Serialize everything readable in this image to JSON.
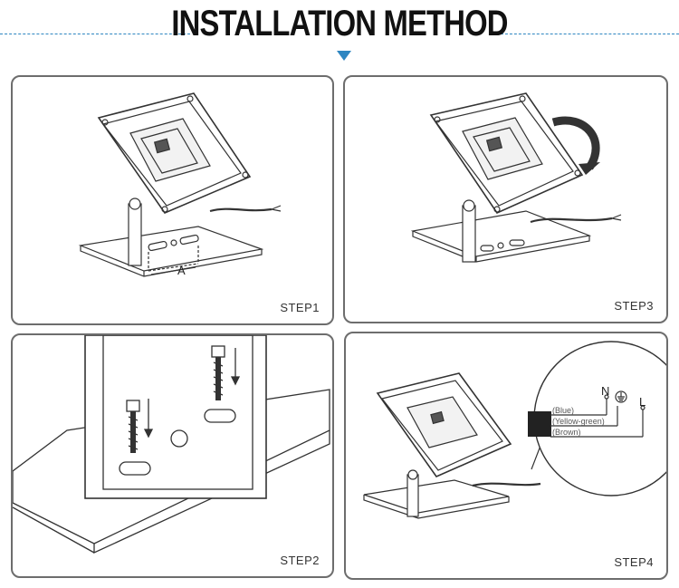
{
  "header": {
    "title": "INSTALLATION METHOD"
  },
  "panels": {
    "step1": {
      "label": "STEP1",
      "dimension_label": "A"
    },
    "step2": {
      "label": "STEP2"
    },
    "step3": {
      "label": "STEP3"
    },
    "step4": {
      "label": "STEP4",
      "wiring": {
        "wires": [
          "(Blue)",
          "(Yellow-green)",
          "(Brown)"
        ],
        "terminals": [
          "N",
          "L"
        ]
      }
    }
  },
  "colors": {
    "accent": "#2e86c1",
    "frame": "#6d6d6d",
    "led": "#555555"
  }
}
